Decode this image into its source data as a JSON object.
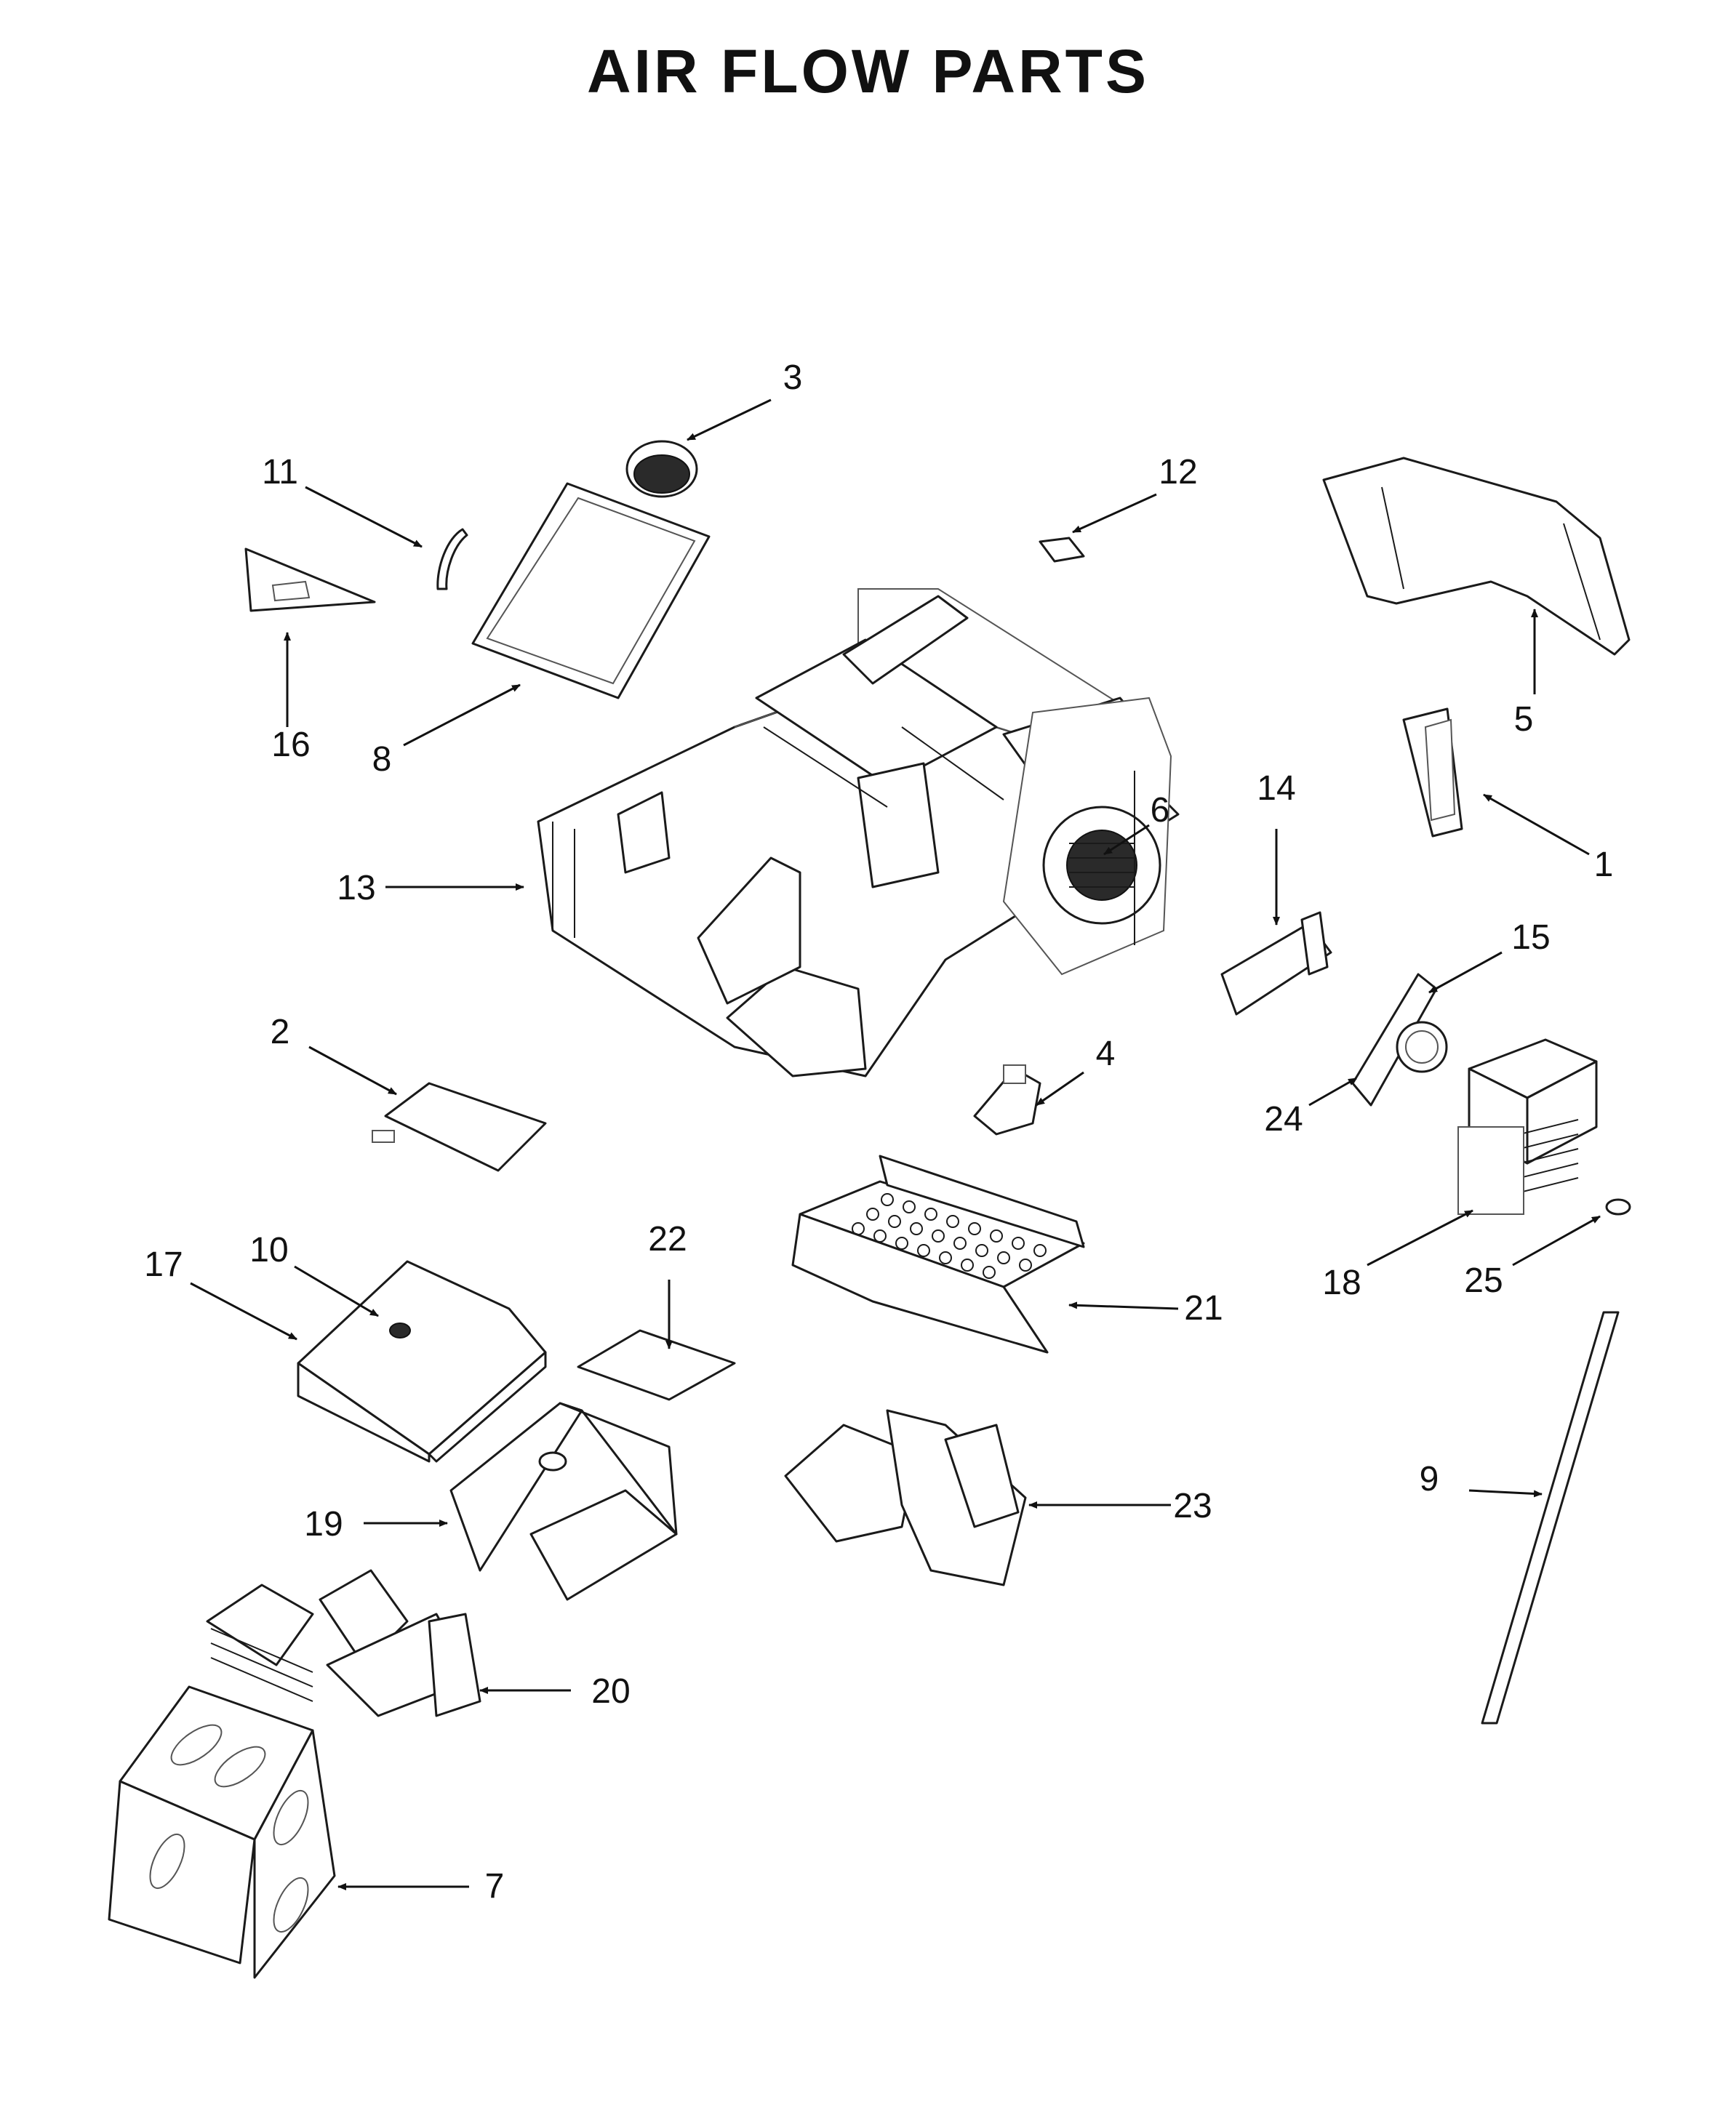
{
  "title": "AIR FLOW PARTS",
  "callouts": [
    "1",
    "2",
    "3",
    "4",
    "5",
    "6",
    "7",
    "8",
    "9",
    "10",
    "11",
    "12",
    "13",
    "14",
    "15",
    "16",
    "17",
    "18",
    "19",
    "20",
    "21",
    "22",
    "23",
    "24",
    "25"
  ],
  "colors": {
    "ink": "#111111",
    "background": "#ffffff"
  }
}
